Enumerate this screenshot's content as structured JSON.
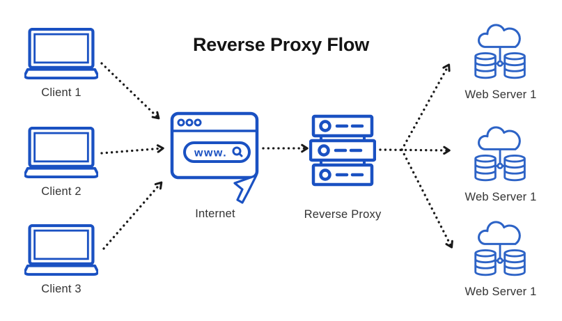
{
  "title": "Reverse Proxy Flow",
  "colors": {
    "icon_blue": "#1a51c2",
    "icon_blue_light": "#2d63c6",
    "arrow_black": "#1a1a1a",
    "label_color": "#333333",
    "title_color": "#141414",
    "background": "#ffffff"
  },
  "nodes": {
    "clients": [
      {
        "label": "Client 1",
        "icon": "laptop-icon"
      },
      {
        "label": "Client 2",
        "icon": "laptop-icon"
      },
      {
        "label": "Client 3",
        "icon": "laptop-icon"
      }
    ],
    "internet": {
      "label": "Internet",
      "icon": "browser-window-icon",
      "address_text": "www.",
      "extra_icons": [
        "search-icon",
        "cursor-pointer-icon"
      ]
    },
    "reverse_proxy": {
      "label": "Reverse Proxy",
      "icon": "server-stack-icon"
    },
    "web_servers": [
      {
        "label": "Web Server 1",
        "icon": "cloud-database-icon"
      },
      {
        "label": "Web Server 1",
        "icon": "cloud-database-icon"
      },
      {
        "label": "Web Server 1",
        "icon": "cloud-database-icon"
      }
    ]
  },
  "edges": [
    {
      "from": "client-1",
      "to": "internet",
      "style": "dotted-arrow"
    },
    {
      "from": "client-2",
      "to": "internet",
      "style": "dotted-arrow"
    },
    {
      "from": "client-3",
      "to": "internet",
      "style": "dotted-arrow"
    },
    {
      "from": "internet",
      "to": "reverse-proxy",
      "style": "dotted-arrow"
    },
    {
      "from": "reverse-proxy",
      "to": "web-server-1",
      "style": "dotted-arrow"
    },
    {
      "from": "reverse-proxy",
      "to": "web-server-2",
      "style": "dotted-arrow"
    },
    {
      "from": "reverse-proxy",
      "to": "web-server-3",
      "style": "dotted-arrow"
    }
  ]
}
